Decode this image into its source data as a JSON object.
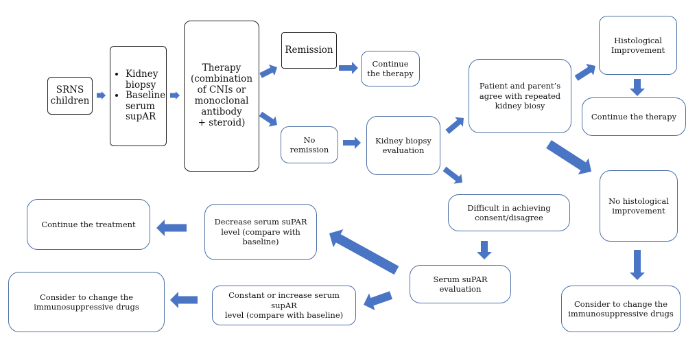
{
  "colors": {
    "arrow": "#4a74c4",
    "box_border": "#4a6fa5",
    "dark_border": "#222222"
  },
  "nodes": {
    "srns": "SRNS\nchildren",
    "kidney_items": [
      "Kidney\nbiopsy",
      "Baseline\nserum\nsupAR"
    ],
    "therapy": "Therapy\n(combination\nof CNIs or\nmonoclonal\nantibody\n+ steroid)",
    "remission": "Remission",
    "continue_therapy_1": "Continue\nthe therapy",
    "no_remission": "No\nremission",
    "biopsy_eval": "Kidney biopsy\nevaluation",
    "agree": "Patient and parent’s\nagree with repeated\nkidney biosy",
    "histo_improve": "Histological\nImprovement",
    "continue_therapy_2": "Continue the therapy",
    "no_histo": "No histological\nimprovement",
    "consider_right": "Consider to change the\nimmunosuppressive drugs",
    "difficult": "Difficult in achieving\nconsent/disagree",
    "serum_eval": "Serum suPAR evaluation",
    "decrease": "Decrease serum suPAR\nlevel (compare with\nbaseline)",
    "continue_treatment": "Continue the treatment",
    "constant": "Constant or increase serum supAR\nlevel (compare with baseline)",
    "consider_left": "Consider to change the\nimmunosuppressive drugs"
  }
}
